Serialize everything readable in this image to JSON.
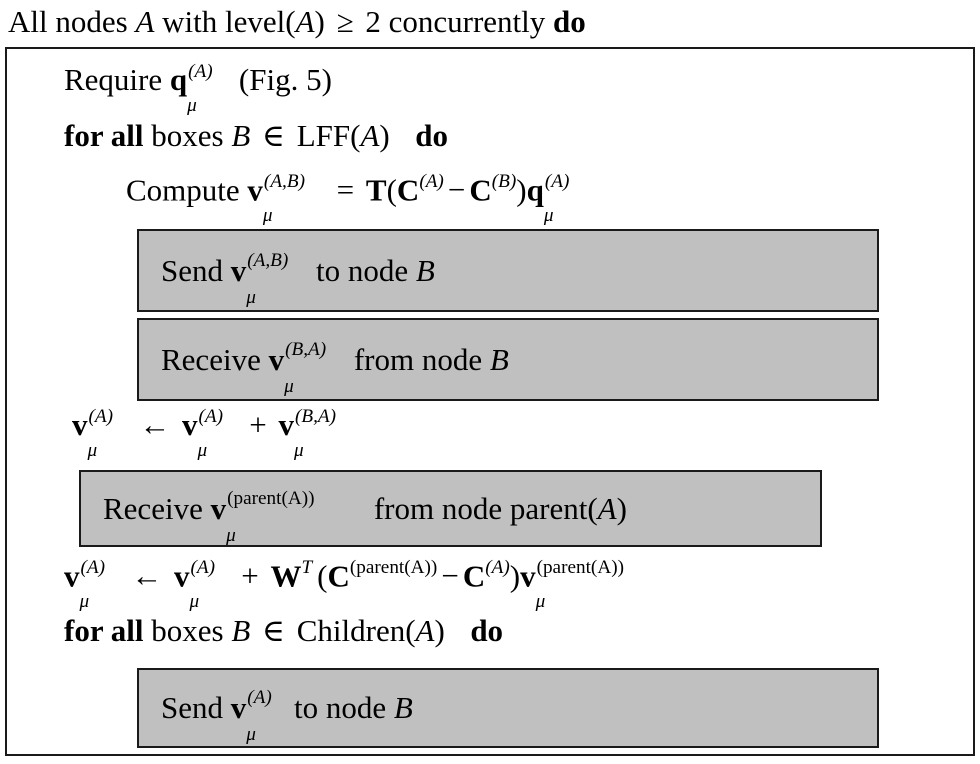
{
  "figure": {
    "kind": "algorithm-pseudocode",
    "colors": {
      "shaded_box_fill": "#c0c0c0",
      "border": "#1a1a1a",
      "text": "#000000",
      "background": "#ffffff"
    }
  },
  "header": {
    "prefix": "All nodes",
    "node_var": "A",
    "middle": "with",
    "function": "level",
    "function_arg": "A",
    "relation": "≥",
    "threshold": "2",
    "suffix": "concurrently",
    "keyword": "do",
    "full_text": "All nodes A with level(A) ≥ 2 concurrently do"
  },
  "lines": [
    {
      "id": "require",
      "keyword": "Require",
      "symbol": "q",
      "symbol_sub": "μ",
      "symbol_sup": "(A)",
      "reference": "(Fig. 5)",
      "shaded": false,
      "full_text": "Require q_μ^(A) (Fig. 5)"
    },
    {
      "id": "forall-lff",
      "keyword_start": "for all",
      "noun": "boxes",
      "loop_var": "B",
      "member_symbol": "∈",
      "set_name": "LFF",
      "set_arg": "(A)",
      "keyword_end": "do",
      "shaded": false,
      "full_text": "for all boxes B ∈ LFF(A)  do"
    },
    {
      "id": "compute",
      "keyword": "Compute",
      "lhs_symbol": "v",
      "lhs_sub": "μ",
      "lhs_sup": "(A,B)",
      "equals": "=",
      "operator_t": "T",
      "open_paren": "(",
      "c_a": "C",
      "c_a_sup": "(A)",
      "minus": "−",
      "c_b": "C",
      "c_b_sup": "(B)",
      "close_paren": ")",
      "q_symbol": "q",
      "q_sub": "μ",
      "q_sup": "(A)",
      "shaded": false,
      "full_text": "Compute v_μ^(A,B) = T(C^(A) − C^(B))q_μ^(A)"
    },
    {
      "id": "send-ab",
      "action": "Send",
      "symbol": "v",
      "symbol_sub": "μ",
      "symbol_sup": "(A,B)",
      "preposition": "to node",
      "target": "B",
      "shaded": true,
      "full_text": "Send v_μ^(A,B) to node B"
    },
    {
      "id": "recv-ba",
      "action": "Receive",
      "symbol": "v",
      "symbol_sub": "μ",
      "symbol_sup": "(B,A)",
      "preposition": "from node",
      "target": "B",
      "shaded": true,
      "full_text": "Receive v_μ^(B,A) from node B"
    },
    {
      "id": "vupdate-b",
      "lhs_symbol": "v",
      "lhs_sub": "μ",
      "lhs_sup": "(A)",
      "arrow": "←",
      "rhs1_symbol": "v",
      "rhs1_sub": "μ",
      "rhs1_sup": "(A)",
      "plus": "+",
      "rhs2_symbol": "v",
      "rhs2_sub": "μ",
      "rhs2_sup": "(B,A)",
      "shaded": false,
      "full_text": "v_μ^(A) ← v_μ^(A) + v_μ^(B,A)"
    },
    {
      "id": "recv-parent",
      "action": "Receive",
      "symbol": "v",
      "symbol_sub": "μ",
      "symbol_sup": "(parent(A))",
      "preposition": "from node",
      "target": "parent(A)",
      "shaded": true,
      "full_text": "Receive v_μ^(parent(A)) from node parent(A)"
    },
    {
      "id": "vupdate-parent",
      "lhs_symbol": "v",
      "lhs_sub": "μ",
      "lhs_sup": "(A)",
      "arrow": "←",
      "rhs1_symbol": "v",
      "rhs1_sub": "μ",
      "rhs1_sup": "(A)",
      "plus": "+",
      "w_symbol": "W",
      "w_sup": "T",
      "open_paren": "(",
      "c_parent": "C",
      "c_parent_sup": "(parent(A))",
      "minus": "−",
      "c_a": "C",
      "c_a_sup": "(A)",
      "close_paren": ")",
      "v_parent": "v",
      "v_parent_sub": "μ",
      "v_parent_sup": "(parent(A))",
      "shaded": false,
      "full_text": "v_μ^(A) ← v_μ^(A) + W^T (C^(parent(A)) − C^(A))v_μ^(parent(A))"
    },
    {
      "id": "forall-children",
      "keyword_start": "for all",
      "noun": "boxes",
      "loop_var": "B",
      "member_symbol": "∈",
      "set_name": "Children",
      "set_arg": "(A)",
      "keyword_end": "do",
      "shaded": false,
      "full_text": "for all boxes B ∈ Children(A)  do"
    },
    {
      "id": "send-a",
      "action": "Send",
      "symbol": "v",
      "symbol_sub": "μ",
      "symbol_sup": "(A)",
      "preposition": "to node",
      "target": "B",
      "shaded": true,
      "full_text": "Send v_μ^(A) to node B"
    }
  ]
}
